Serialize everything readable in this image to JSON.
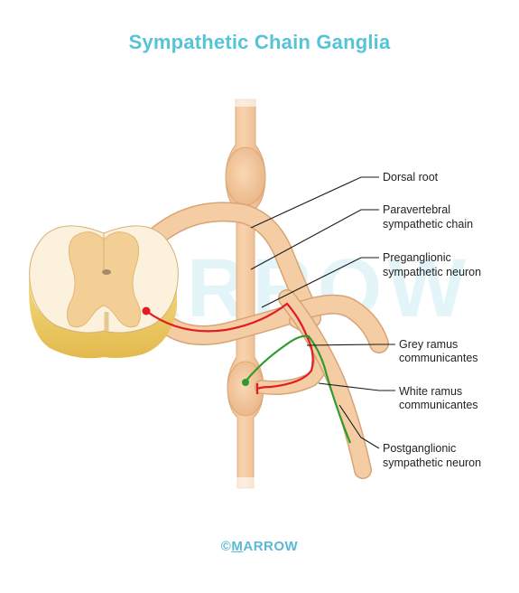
{
  "title": "Sympathetic Chain Ganglia",
  "labels": {
    "dorsal_root": "Dorsal root",
    "paravertebral_1": "Paravertebral",
    "paravertebral_2": "sympathetic chain",
    "preganglionic_1": "Preganglionic",
    "preganglionic_2": "sympathetic neuron",
    "grey_ramus_1": "Grey ramus",
    "grey_ramus_2": "communicantes",
    "white_ramus_1": "White ramus",
    "white_ramus_2": "communicantes",
    "postganglionic_1": "Postganglionic",
    "postganglionic_2": "sympathetic neuron"
  },
  "watermark": "MARROW",
  "footer": {
    "copyright": "©",
    "brand_first": "M",
    "brand_rest": "ARROW"
  },
  "colors": {
    "title": "#56c3d9",
    "nerve": "#f3c69a",
    "nerve_outline": "#d9a878",
    "cord_white": "#fbf1dc",
    "cord_grey": "#f6d29c",
    "cord_side": "#f0d36e",
    "preganglionic": "#e31b23",
    "postganglionic": "#2f9b2f",
    "leader": "#1a1a1a",
    "footer": "#5bb8d6",
    "watermark": "#cfeef5"
  }
}
